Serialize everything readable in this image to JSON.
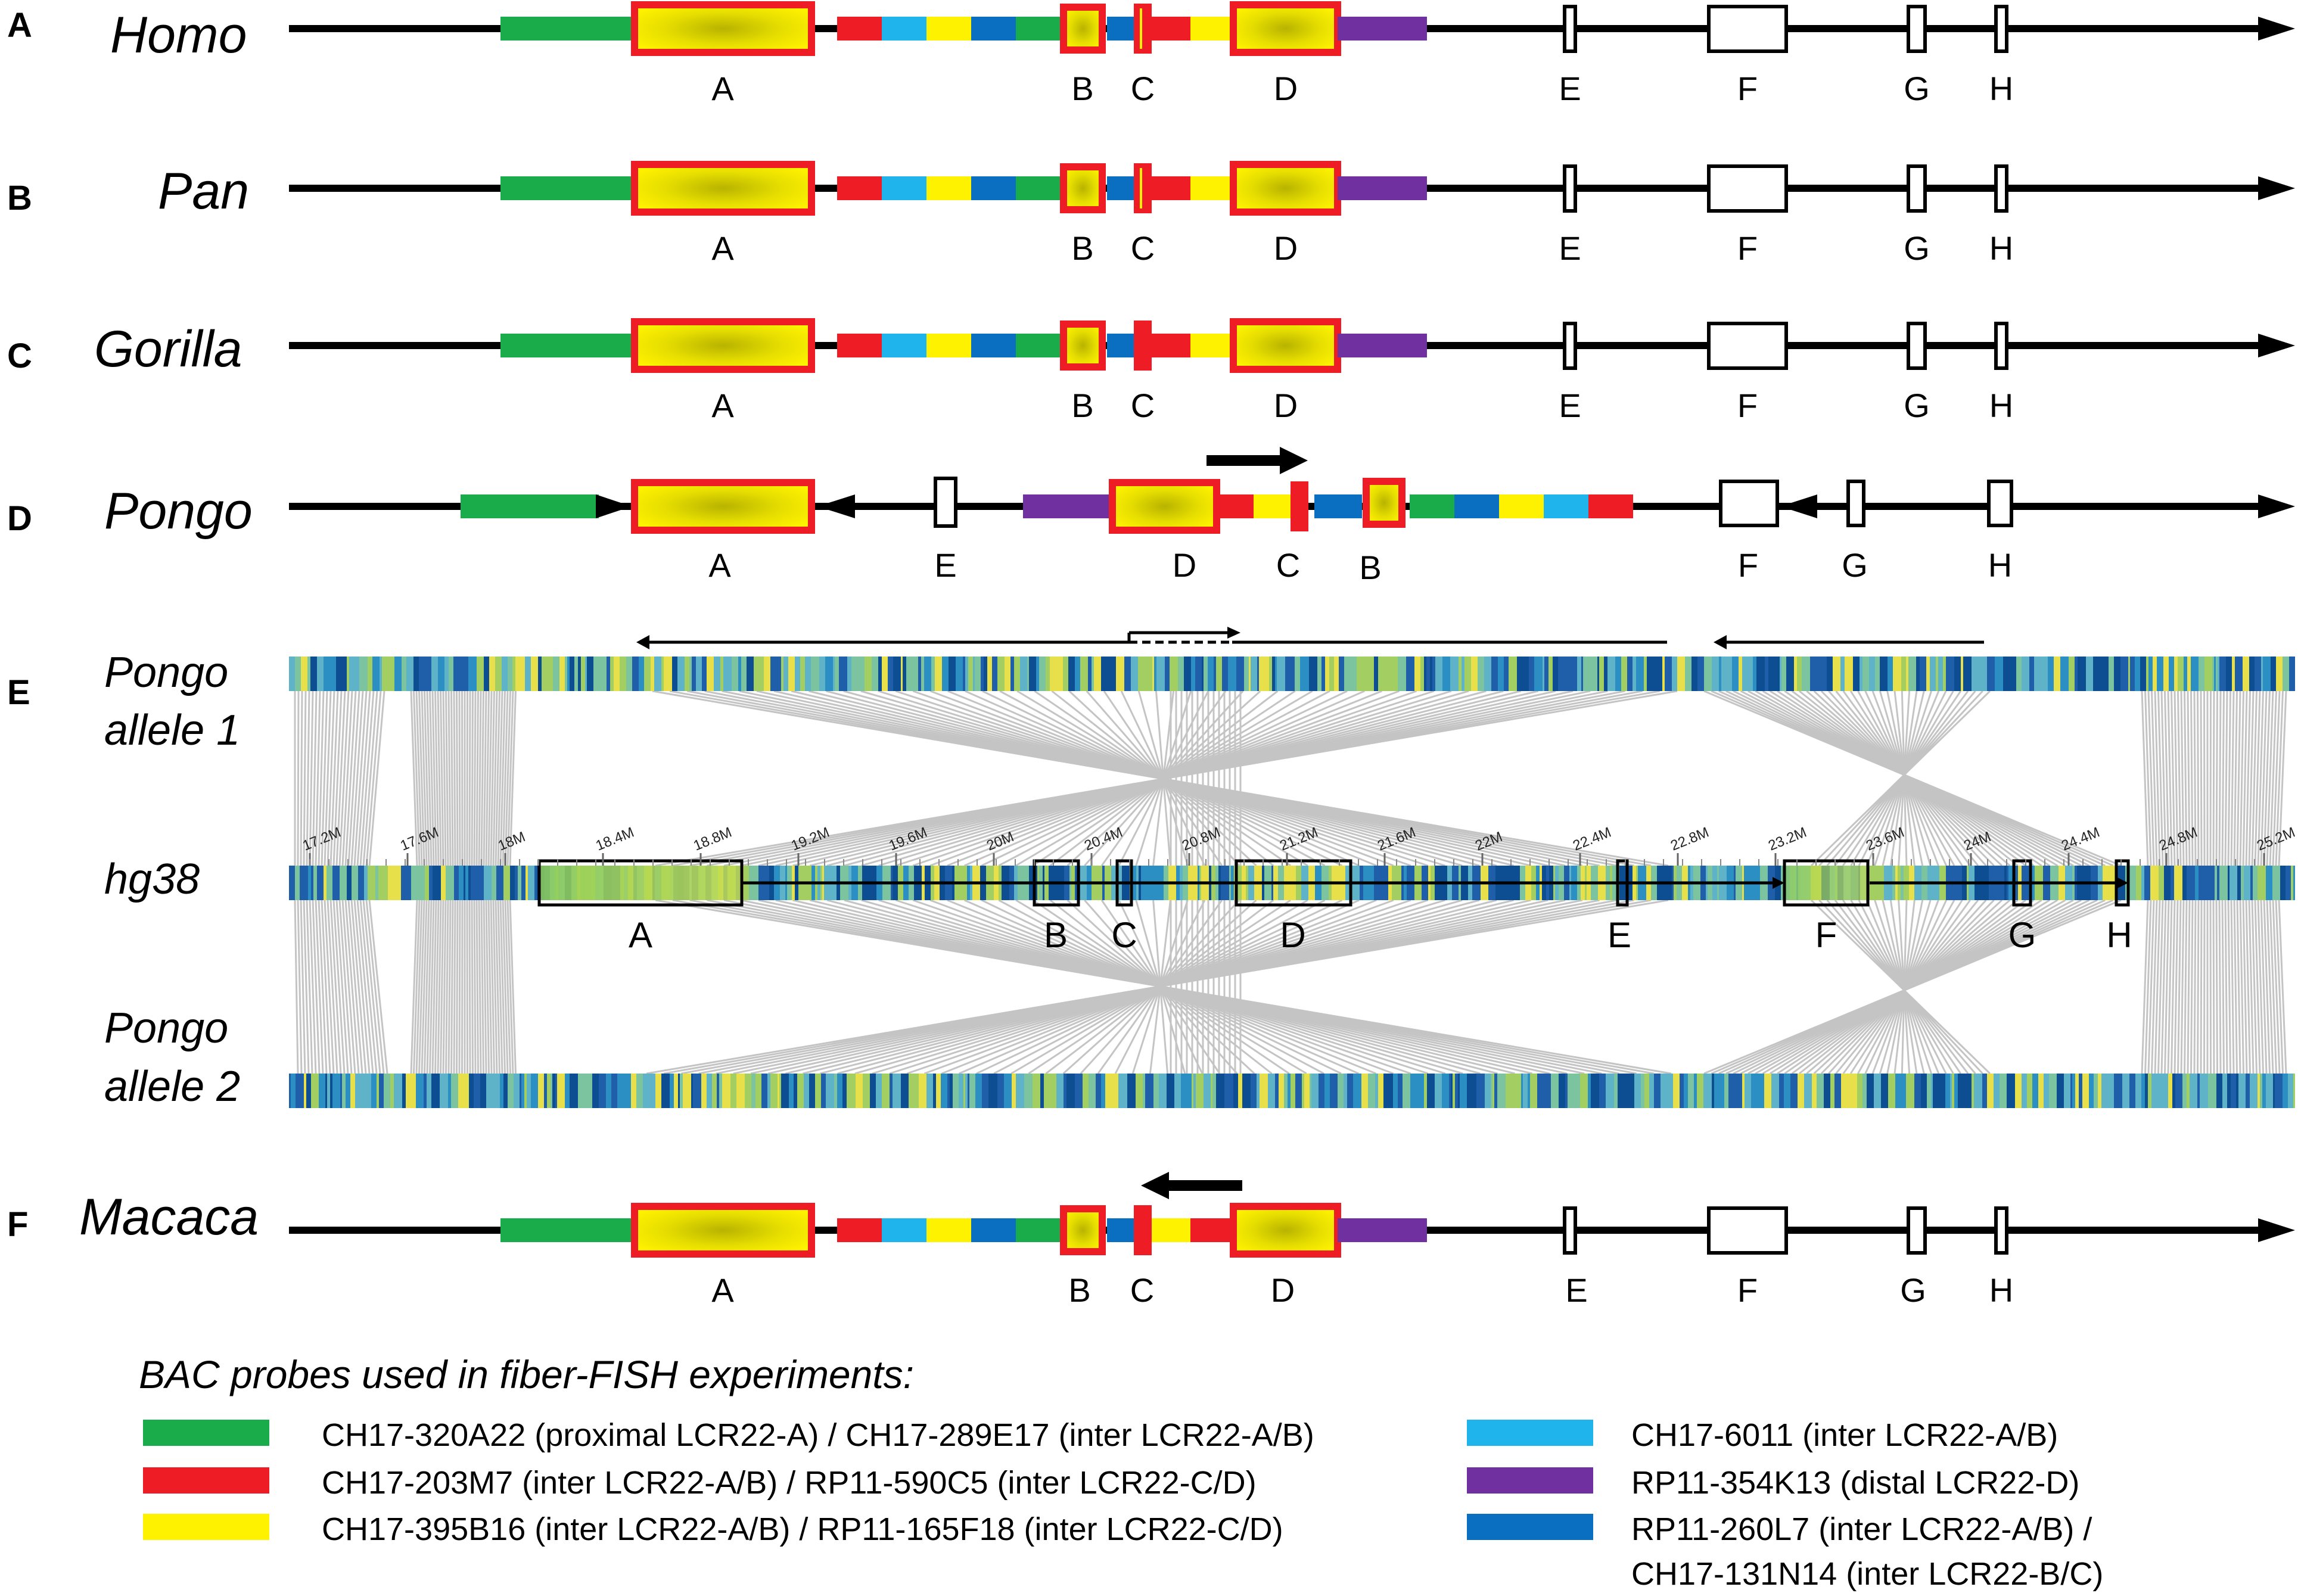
{
  "panels": {
    "A": {
      "letter": "A",
      "species": "Homo"
    },
    "B": {
      "letter": "B",
      "species": "Pan"
    },
    "C": {
      "letter": "C",
      "species": "Gorilla"
    },
    "D": {
      "letter": "D",
      "species": "Pongo"
    },
    "E": {
      "letter": "E"
    },
    "F": {
      "letter": "F",
      "species": "Macaca"
    }
  },
  "lcr_labels": [
    "A",
    "B",
    "C",
    "D",
    "E",
    "F",
    "G",
    "H"
  ],
  "panel_e": {
    "allele1_line1": "Pongo",
    "allele1_line2": "allele 1",
    "reference": "hg38",
    "allele2_line1": "Pongo",
    "allele2_line2": "allele 2",
    "ticks": [
      "17.2M",
      "17.6M",
      "18M",
      "18.4M",
      "18.8M",
      "19.2M",
      "19.6M",
      "20M",
      "20.4M",
      "20.8M",
      "21.2M",
      "21.6M",
      "22M",
      "22.4M",
      "22.8M",
      "23.2M",
      "23.6M",
      "24M",
      "24.4M",
      "24.8M",
      "25.2M"
    ]
  },
  "legend": {
    "title": "BAC probes used in fiber-FISH experiments:",
    "items": [
      {
        "color": "#1aab4b",
        "label": "CH17-320A22 (proximal LCR22-A) / CH17-289E17 (inter LCR22-A/B)"
      },
      {
        "color": "#ee1c24",
        "label": "CH17-203M7 (inter LCR22-A/B) / RP11-590C5 (inter LCR22-C/D)"
      },
      {
        "color": "#fff200",
        "label": "CH17-395B16 (inter LCR22-A/B) / RP11-165F18 (inter LCR22-C/D)"
      },
      {
        "color": "#1fb4ec",
        "label": "CH17-6011 (inter LCR22-A/B)"
      },
      {
        "color": "#7030a0",
        "label": "RP11-354K13 (distal LCR22-D)"
      },
      {
        "color": "#0b6fc1",
        "label_line1": "RP11-260L7 (inter LCR22-A/B) /",
        "label_line2": "CH17-131N14 (inter LCR22-B/C)"
      }
    ]
  },
  "colors": {
    "green": "#1aab4b",
    "red": "#ee1c24",
    "yellow": "#fff200",
    "light_blue": "#1fb4ec",
    "purple": "#7030a0",
    "dark_blue": "#0b6fc1",
    "lcr_fill_center": "#b8b300",
    "lcr_fill_edge": "#fff200",
    "synteny_lines": "#c4c4c4"
  }
}
